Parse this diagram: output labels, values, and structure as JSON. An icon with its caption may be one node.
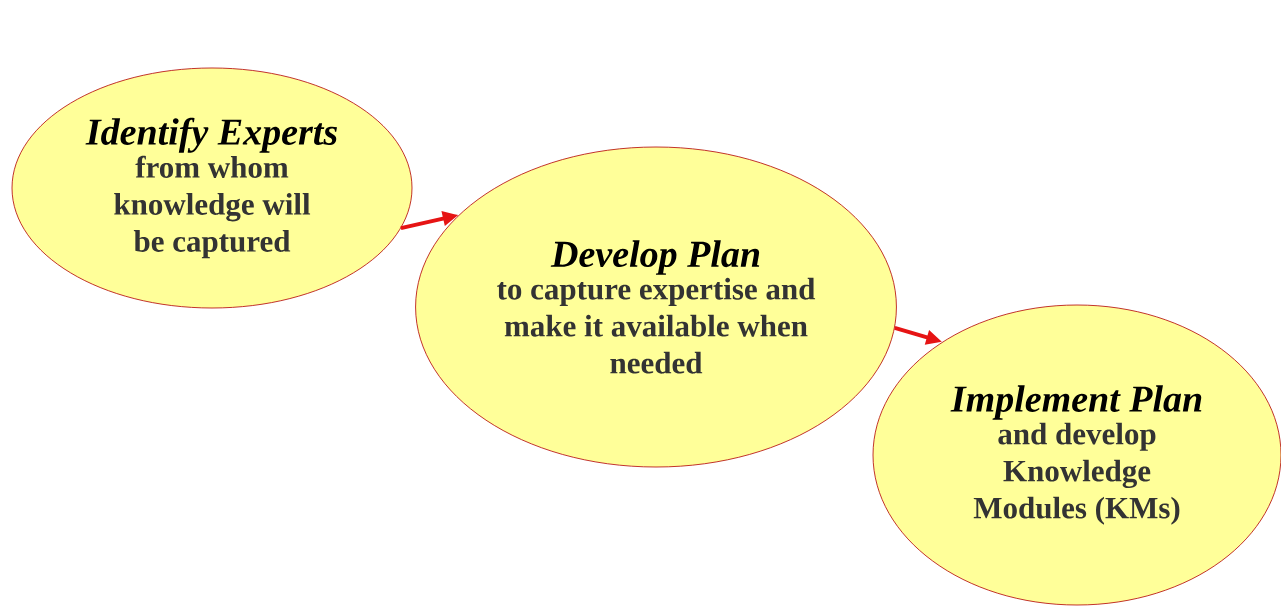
{
  "diagram": {
    "nodes": [
      {
        "text": [
          "Identify Experts",
          "from whom knowledge will be captured"
        ]
      },
      {
        "text": [
          "Develop Plan",
          "to capture expertise and make it available when needed"
        ]
      },
      {
        "text": [
          "Implement Plan",
          "and develop Knowledge Modules (KMs)"
        ]
      }
    ],
    "edges": [
      {
        "from": 0,
        "to": 1,
        "arrow": "to"
      },
      {
        "from": 1,
        "to": 2,
        "arrow": "to"
      }
    ]
  }
}
